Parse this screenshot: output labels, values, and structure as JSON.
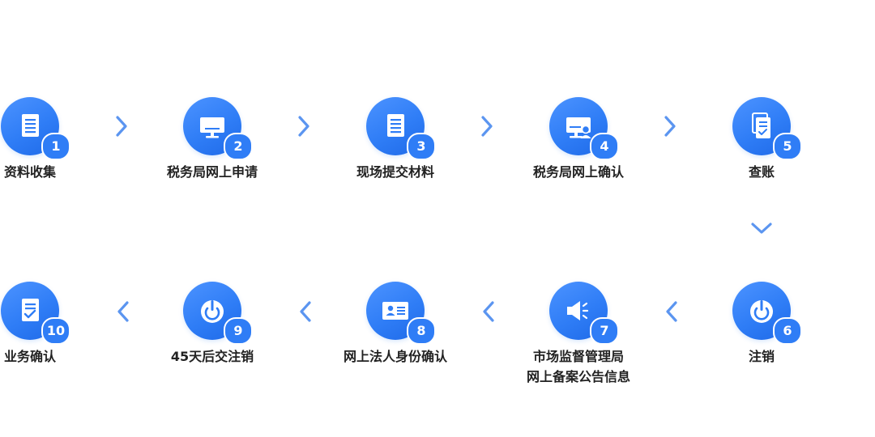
{
  "colors": {
    "accent": "#2f7df6",
    "accent_light": "#4c93ff",
    "arrow": "#5b95f0",
    "label_text": "#222222"
  },
  "steps": [
    {
      "number": "1",
      "label": "资料收集",
      "icon": "document-icon"
    },
    {
      "number": "2",
      "label": "税务局网上申请",
      "icon": "monitor-icon"
    },
    {
      "number": "3",
      "label": "现场提交材料",
      "icon": "document-icon"
    },
    {
      "number": "4",
      "label": "税务局网上确认",
      "icon": "monitor-user-icon"
    },
    {
      "number": "5",
      "label": "查账",
      "icon": "stacked-documents-icon"
    },
    {
      "number": "6",
      "label": "注销",
      "icon": "power-icon"
    },
    {
      "number": "7",
      "label_line1": "市场监督管理局",
      "label_line2": "网上备案公告信息",
      "icon": "megaphone-icon"
    },
    {
      "number": "8",
      "label": "网上法人身份确认",
      "icon": "id-card-icon"
    },
    {
      "number": "9",
      "label": "45天后交注销",
      "icon": "power-icon"
    },
    {
      "number": "10",
      "label": "业务确认",
      "icon": "document-check-icon"
    }
  ]
}
